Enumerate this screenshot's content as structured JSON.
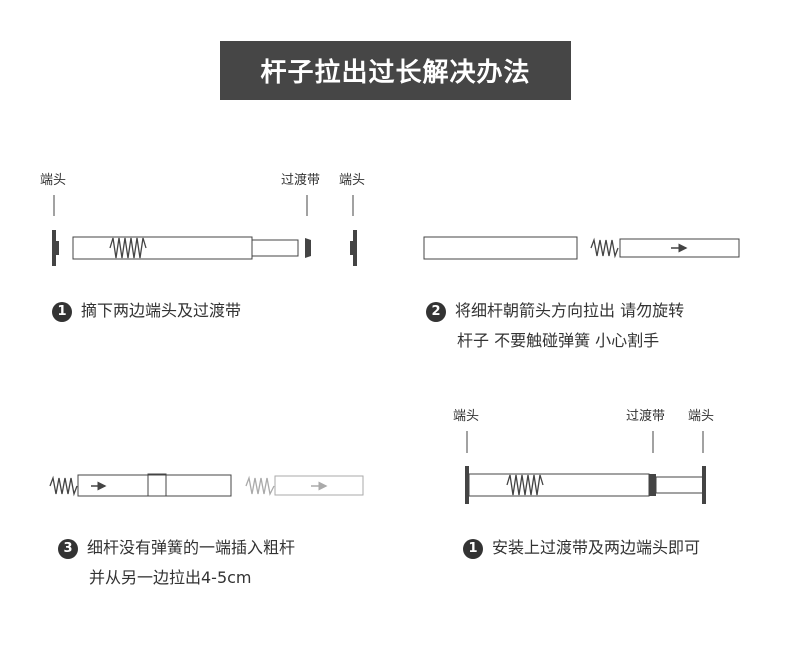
{
  "title": "杆子拉出过长解决办法",
  "labels": {
    "end_cap": "端头",
    "transition_band": "过渡带"
  },
  "steps": [
    {
      "number": "1",
      "lines": [
        "摘下两边端头及过渡带"
      ]
    },
    {
      "number": "2",
      "lines": [
        "将细杆朝箭头方向拉出 请勿旋转",
        "杆子 不要触碰弹簧 小心割手"
      ]
    },
    {
      "number": "3",
      "lines": [
        "细杆没有弹簧的一端插入粗杆",
        "并从另一边拉出4-5cm"
      ]
    },
    {
      "number": "1",
      "lines": [
        "安装上过渡带及两边端头即可"
      ]
    }
  ]
}
